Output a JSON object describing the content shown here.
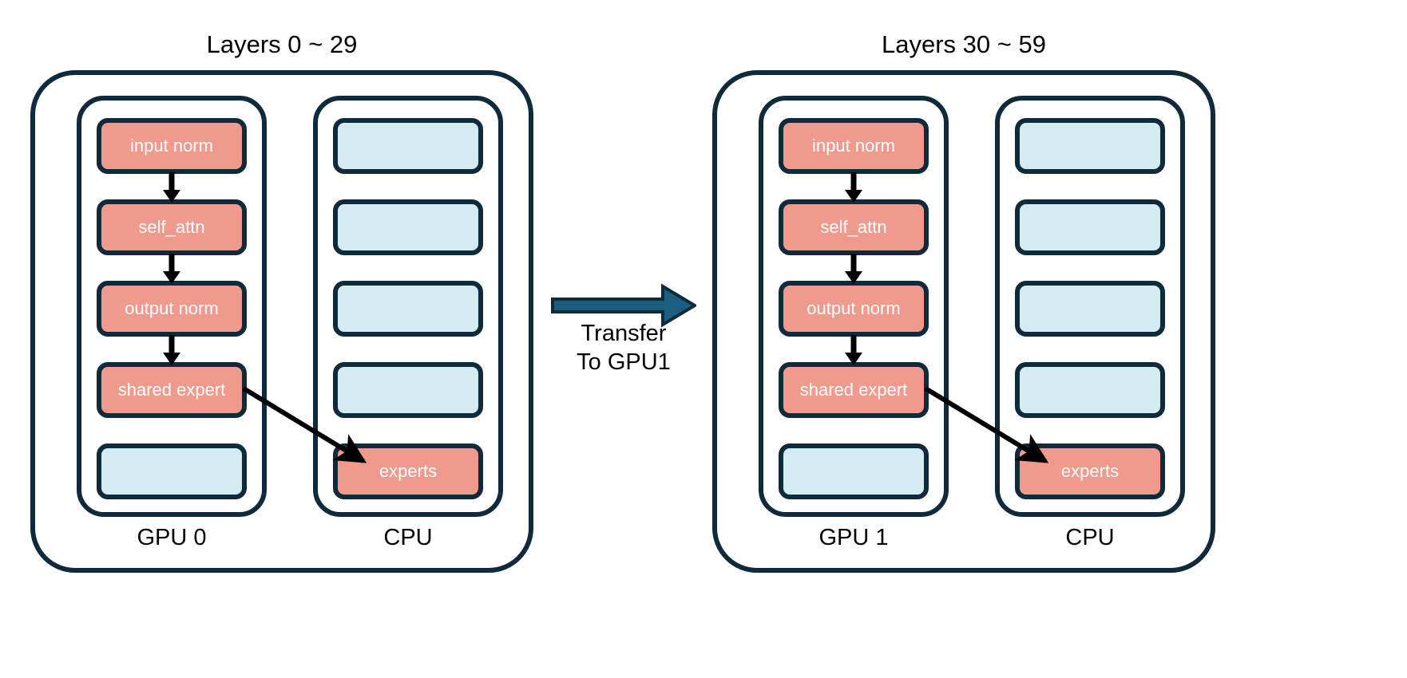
{
  "diagram": {
    "title": "MoE layer placement across GPU 0 / GPU 1 with CPU-offloaded experts",
    "colors": {
      "active_block": "#F09A8E",
      "inactive_block": "#D4EBF2",
      "outline": "#0E2A3B",
      "transfer_arrow": "#1C5E80",
      "flow_arrow": "#000000",
      "background": "#FFFFFF"
    },
    "groups": [
      {
        "id": "left",
        "title": "Layers 0 ~ 29",
        "columns": [
          {
            "id": "gpu0",
            "label": "GPU 0",
            "blocks": [
              {
                "label": "input norm",
                "state": "active"
              },
              {
                "label": "self_attn",
                "state": "active"
              },
              {
                "label": "output norm",
                "state": "active"
              },
              {
                "label": "shared expert",
                "state": "active"
              },
              {
                "label": "",
                "state": "inactive"
              }
            ]
          },
          {
            "id": "cpu0",
            "label": "CPU",
            "blocks": [
              {
                "label": "",
                "state": "inactive"
              },
              {
                "label": "",
                "state": "inactive"
              },
              {
                "label": "",
                "state": "inactive"
              },
              {
                "label": "",
                "state": "inactive"
              },
              {
                "label": "experts",
                "state": "active"
              }
            ]
          }
        ]
      },
      {
        "id": "right",
        "title": "Layers 30 ~ 59",
        "columns": [
          {
            "id": "gpu1",
            "label": "GPU 1",
            "blocks": [
              {
                "label": "input norm",
                "state": "active"
              },
              {
                "label": "self_attn",
                "state": "active"
              },
              {
                "label": "output norm",
                "state": "active"
              },
              {
                "label": "shared expert",
                "state": "active"
              },
              {
                "label": "",
                "state": "inactive"
              }
            ]
          },
          {
            "id": "cpu1",
            "label": "CPU",
            "blocks": [
              {
                "label": "",
                "state": "inactive"
              },
              {
                "label": "",
                "state": "inactive"
              },
              {
                "label": "",
                "state": "inactive"
              },
              {
                "label": "",
                "state": "inactive"
              },
              {
                "label": "experts",
                "state": "active"
              }
            ]
          }
        ]
      }
    ],
    "transfer": {
      "line1": "Transfer",
      "line2": "To GPU1"
    }
  }
}
